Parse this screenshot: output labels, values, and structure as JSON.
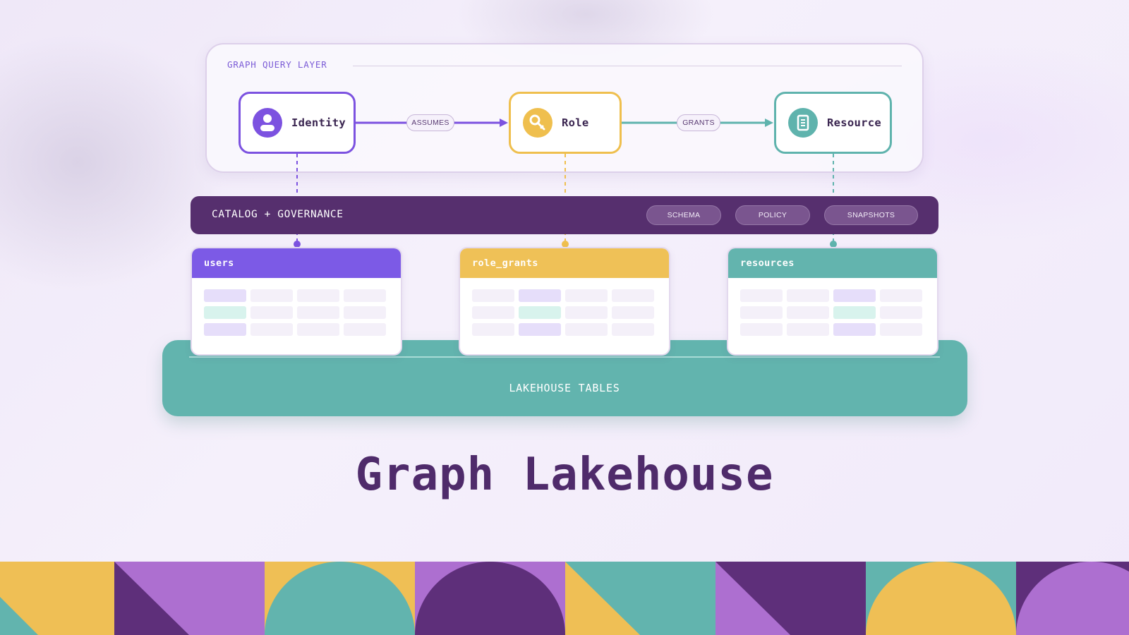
{
  "query_layer": {
    "title": "GRAPH QUERY LAYER",
    "nodes": [
      {
        "label": "Identity",
        "icon": "user-icon",
        "color": "#7c52e0"
      },
      {
        "label": "Role",
        "icon": "key-icon",
        "color": "#efbf4e"
      },
      {
        "label": "Resource",
        "icon": "document-icon",
        "color": "#5fb3ad"
      }
    ],
    "edges": [
      {
        "label": "ASSUMES",
        "from": "Identity",
        "to": "Role"
      },
      {
        "label": "GRANTS",
        "from": "Role",
        "to": "Resource"
      }
    ]
  },
  "catalog": {
    "title": "CATALOG + GOVERNANCE",
    "pills": [
      "SCHEMA",
      "POLICY",
      "SNAPSHOTS"
    ]
  },
  "tables": [
    {
      "name": "users",
      "color": "#7c5ae6"
    },
    {
      "name": "role_grants",
      "color": "#efc157"
    },
    {
      "name": "resources",
      "color": "#63b4ae"
    }
  ],
  "lakehouse": {
    "label": "LAKEHOUSE TABLES"
  },
  "title": "Graph Lakehouse",
  "colors": {
    "purple": "#7c52e0",
    "gold": "#efbf4e",
    "teal": "#5fb3ad",
    "plum": "#562f6e",
    "lavender": "#ad6fd0"
  }
}
